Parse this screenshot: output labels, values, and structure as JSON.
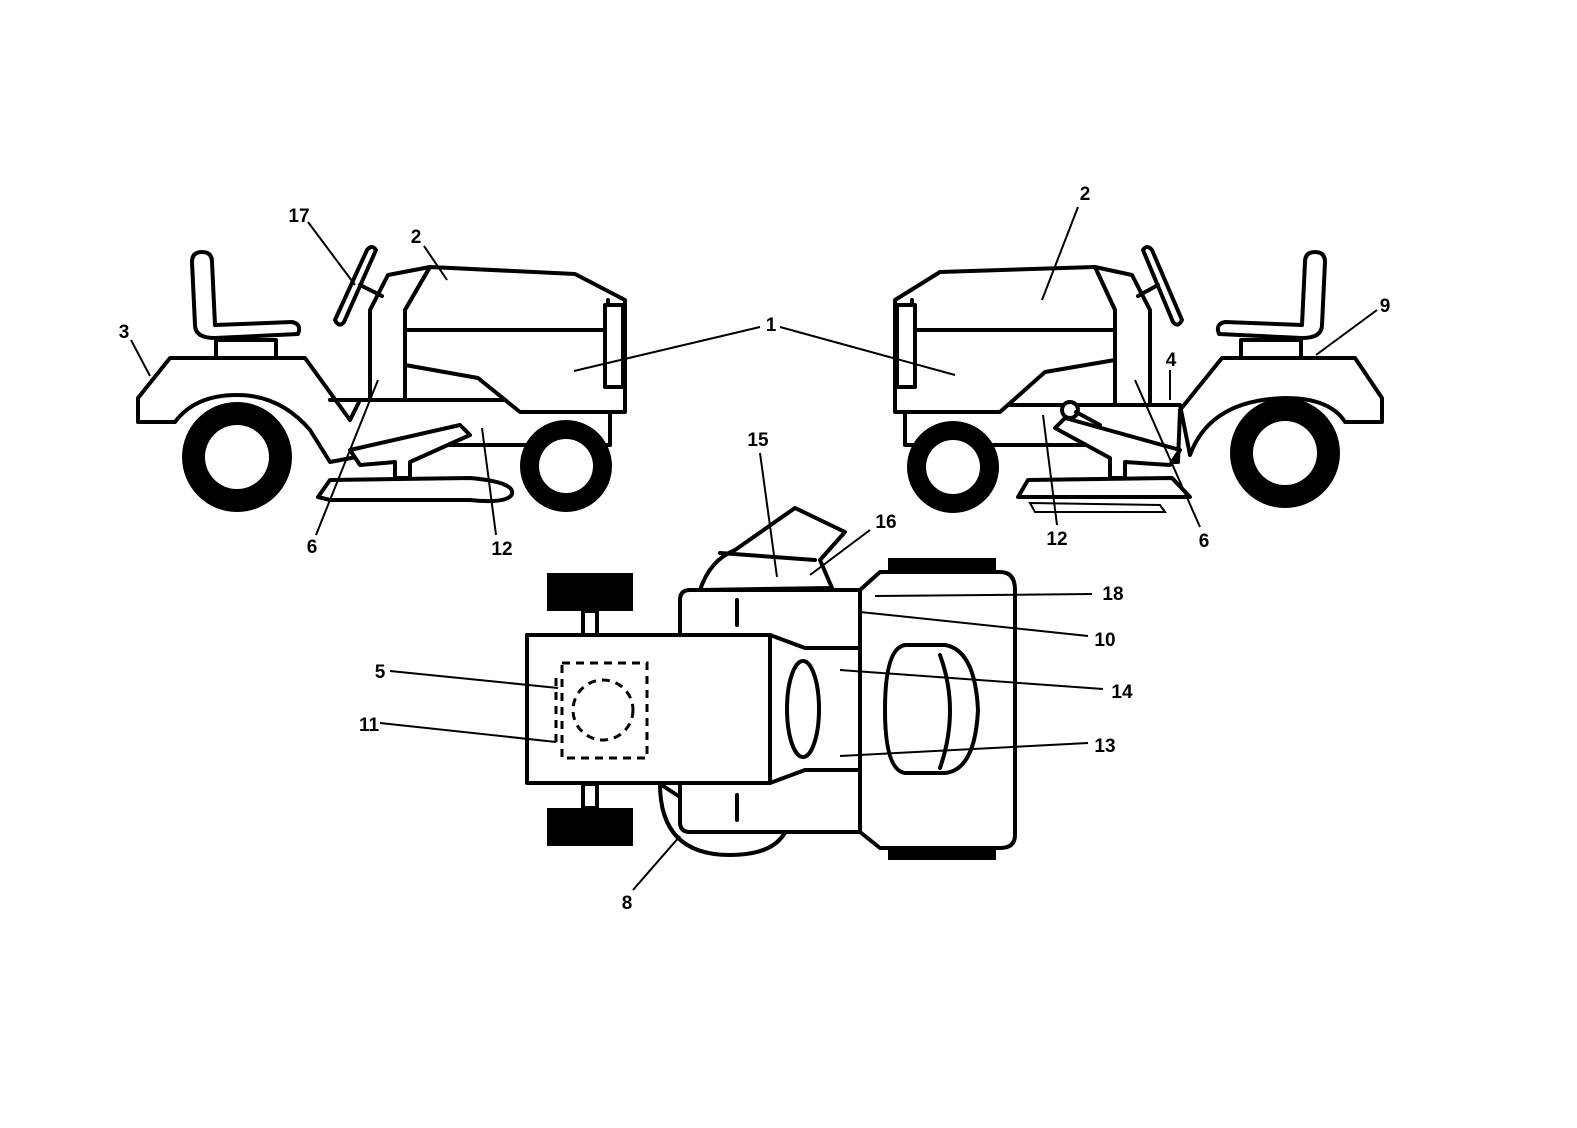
{
  "callouts": {
    "left_17": "17",
    "left_2": "2",
    "left_3": "3",
    "left_6": "6",
    "left_12": "12",
    "shared_1": "1",
    "right_2": "2",
    "right_9": "9",
    "right_4": "4",
    "right_12": "12",
    "right_6": "6",
    "top_15": "15",
    "top_16": "16",
    "top_18": "18",
    "top_10": "10",
    "top_14": "14",
    "top_13": "13",
    "top_5": "5",
    "top_11": "11",
    "top_8": "8"
  }
}
